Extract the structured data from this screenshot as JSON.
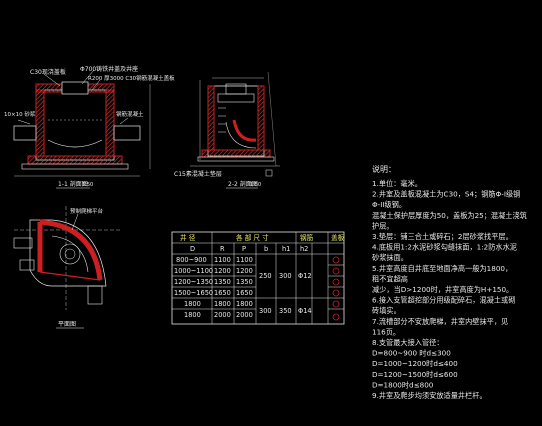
{
  "section_view": {
    "label_concrete": "C30现浇盖板",
    "label_grate": "Φ700铸铁井盖及井座",
    "label_top": "R200 厚3000 C30钢筋混凝土盖板",
    "label_left": "10×10 砂浆",
    "label_right": "钢筋混凝土",
    "title": "1-1 剖面图",
    "scale": "1:50"
  },
  "side_view": {
    "label_c15": "C15素混凝土垫层",
    "title": "2-2 剖面图",
    "scale": "1:50"
  },
  "plan_view": {
    "label_steps": "预制爬梯平台",
    "title": "平面图"
  },
  "table": {
    "headers": [
      "井 径",
      "各 部 尺 寸",
      "钢筋",
      "盖板"
    ],
    "subheaders": [
      "D",
      "R",
      "P",
      "b",
      "h1",
      "h2"
    ],
    "rows": [
      [
        "800~900",
        "1100",
        "1100"
      ],
      [
        "1000~1100",
        "1200",
        "1200"
      ],
      [
        "1200~1350",
        "1350",
        "1350"
      ],
      [
        "1500~1650",
        "1650",
        "1650"
      ],
      [
        "1800",
        "1800",
        "1800"
      ],
      [
        "1800",
        "2000",
        "2000"
      ]
    ],
    "merged": {
      "b_top": "250",
      "h1_top": "300",
      "rebar_top": "Φ12",
      "b_bot": "300",
      "h1_bot": "350",
      "rebar_bot": "Φ14"
    }
  },
  "notes": {
    "title": "说明：",
    "lines": [
      "1.单位：毫米。",
      "2.井室及盖板混凝土为C30，S4；钢筋Φ-I级钢",
      "  Φ-II级钢。",
      "  混凝土保护层厚度为50，盖板为25；混凝土浇筑",
      "  护层。",
      "3.垫层：铺三合土或碎石；2层砂浆找平层。",
      "4.底板用1:2水泥砂浆勾缝抹面，1:2防水水泥",
      "  砂浆抹面。",
      "5.井室高度自井底至地面净高一般为1800，",
      "  租不宜超高",
      "  减少，当D>1200时，井室高度为H+150。",
      "6.接入支管超挖部分用级配碎石，混凝土或砌",
      "  砖填实。",
      "7.流槽部分不安放爬梯，井室内壁抹平，见",
      "  116页。",
      "8.支管最大接入管径：",
      "  D=800~900 时d≤300",
      "  D=1000~1200时d≤400",
      "  D=1200~1500时d≤600",
      "  D=1800时d≤800",
      "9.井室及爬步均须安放适量井栏杆。"
    ]
  },
  "colors": {
    "background": "#000000",
    "line": "#e8e8e8",
    "accent_red": "#cc1f1f",
    "accent_yellow": "#e9e86a",
    "hatch": "#d63a3a"
  }
}
